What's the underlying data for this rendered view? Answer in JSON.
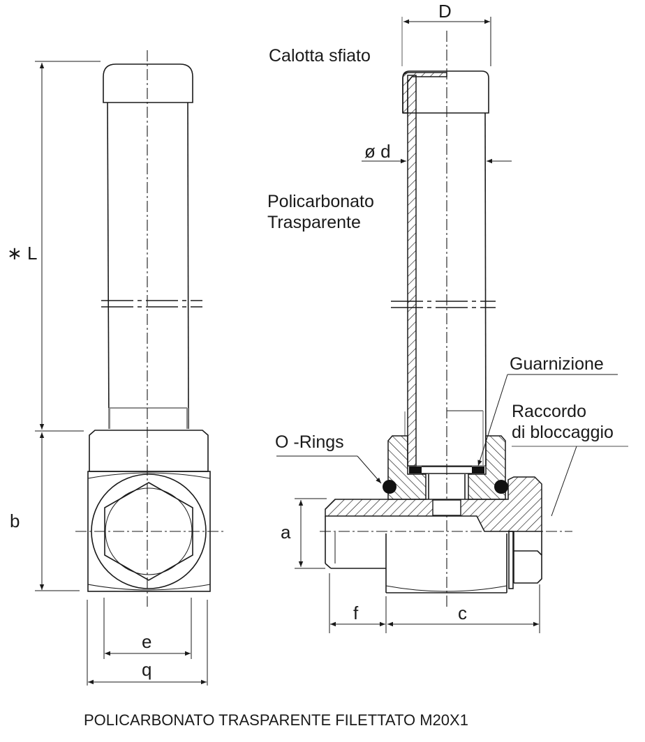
{
  "diagram": {
    "caption": "POLICARBONATO TRASPARENTE FILETTATO M20X1",
    "labels": {
      "vent_cap": "Calotta sfiato",
      "tube_material_line1": "Policarbonato",
      "tube_material_line2": "Trasparente",
      "gasket": "Guarnizione",
      "locking_fitting_line1": "Raccordo",
      "locking_fitting_line2": "di bloccaggio",
      "o_rings": "O -Rings"
    },
    "dimensions": {
      "length": "∗ L",
      "height_b": "b",
      "width_e": "e",
      "width_q": "q",
      "outer_diameter": "D",
      "inner_diameter": "ø d",
      "axis_height": "a",
      "thread_length": "f",
      "body_length": "c"
    }
  }
}
